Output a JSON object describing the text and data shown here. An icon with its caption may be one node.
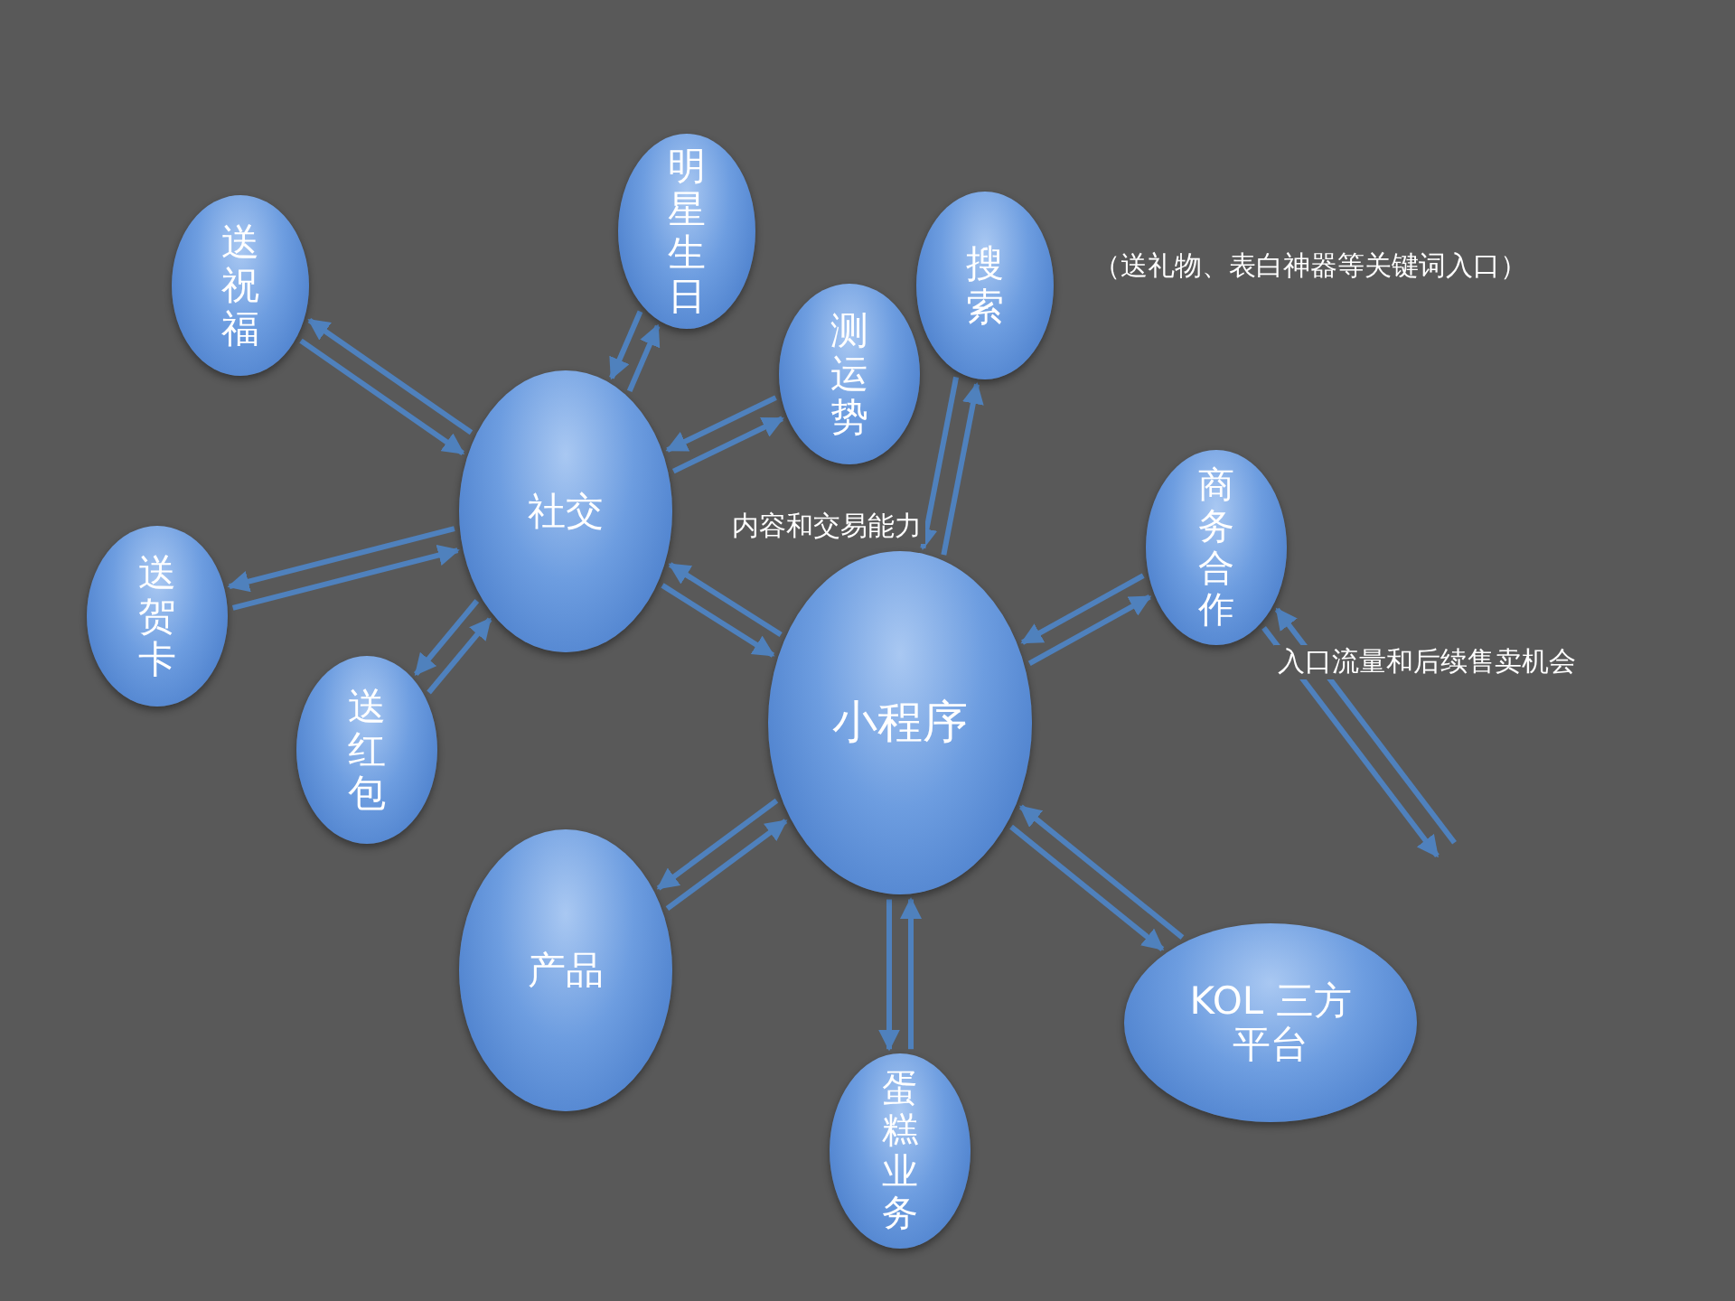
{
  "diagram": {
    "nodes": [
      {
        "text": [
          "送祝福"
        ]
      },
      {
        "text": [
          "明星生日"
        ]
      },
      {
        "text": [
          "测运势"
        ]
      },
      {
        "text": [
          "搜索"
        ],
        "beside": [
          "（送礼物、表白神器等关键词入口）"
        ]
      },
      {
        "text": [
          "社交"
        ]
      },
      {
        "text": [
          "送贺卡"
        ]
      },
      {
        "text": [
          "送红包"
        ]
      },
      {
        "text": [
          "小程序"
        ]
      },
      {
        "text": [
          "商务合作"
        ]
      },
      {
        "text": [
          "产品"
        ]
      },
      {
        "text": [
          "蛋糕业务"
        ]
      },
      {
        "text": [
          "KOL 三方平台"
        ]
      }
    ],
    "edges": [
      {
        "from": 0,
        "to": 4,
        "arrow": "to"
      },
      {
        "from": 4,
        "to": 0,
        "arrow": "to"
      },
      {
        "from": 1,
        "to": 4,
        "arrow": "to"
      },
      {
        "from": 4,
        "to": 1,
        "arrow": "to"
      },
      {
        "from": 2,
        "to": 4,
        "arrow": "to"
      },
      {
        "from": 4,
        "to": 2,
        "arrow": "to"
      },
      {
        "from": 5,
        "to": 4,
        "arrow": "to"
      },
      {
        "from": 4,
        "to": 5,
        "arrow": "to"
      },
      {
        "from": 6,
        "to": 4,
        "arrow": "to"
      },
      {
        "from": 4,
        "to": 6,
        "arrow": "to"
      },
      {
        "from": 4,
        "to": 7,
        "arrow": "to"
      },
      {
        "from": 7,
        "to": 4,
        "arrow": "to"
      },
      {
        "from": 3,
        "to": 7,
        "arrow": "to",
        "label": "内容和交易能力"
      },
      {
        "from": 7,
        "to": 3,
        "arrow": "to"
      },
      {
        "from": 8,
        "to": 7,
        "arrow": "to"
      },
      {
        "from": 7,
        "to": 8,
        "arrow": "to"
      },
      {
        "from": 9,
        "to": 7,
        "arrow": "to"
      },
      {
        "from": 7,
        "to": 9,
        "arrow": "to"
      },
      {
        "from": 10,
        "to": 7,
        "arrow": "to"
      },
      {
        "from": 7,
        "to": 10,
        "arrow": "to"
      },
      {
        "from": 11,
        "to": 7,
        "arrow": "to"
      },
      {
        "from": 7,
        "to": 11,
        "arrow": "to"
      },
      {
        "from": 8,
        "to": null,
        "arrow": "to",
        "label": "入口流量和后续售卖机会"
      },
      {
        "from": null,
        "to": 8,
        "arrow": "to"
      }
    ]
  }
}
